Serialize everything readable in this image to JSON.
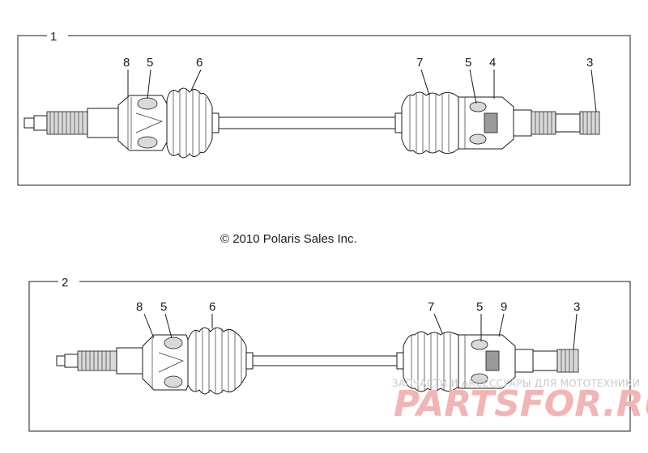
{
  "copyright": "© 2010 Polaris Sales Inc.",
  "assemblies": [
    {
      "number": "1",
      "callouts": [
        {
          "id": "8",
          "label": "8"
        },
        {
          "id": "5a",
          "label": "5"
        },
        {
          "id": "6",
          "label": "6"
        },
        {
          "id": "7",
          "label": "7"
        },
        {
          "id": "5b",
          "label": "5"
        },
        {
          "id": "4",
          "label": "4"
        },
        {
          "id": "3",
          "label": "3"
        }
      ]
    },
    {
      "number": "2",
      "callouts": [
        {
          "id": "8",
          "label": "8"
        },
        {
          "id": "5a",
          "label": "5"
        },
        {
          "id": "6",
          "label": "6"
        },
        {
          "id": "7",
          "label": "7"
        },
        {
          "id": "5b",
          "label": "5"
        },
        {
          "id": "9",
          "label": "9"
        },
        {
          "id": "3",
          "label": "3"
        }
      ]
    }
  ],
  "watermark": {
    "tagline": "ЗАПЧАСТИ И АКСЕССУАРЫ ДЛЯ МОТОТЕХНИКИ",
    "brand": "PARTSFOR.RU"
  }
}
